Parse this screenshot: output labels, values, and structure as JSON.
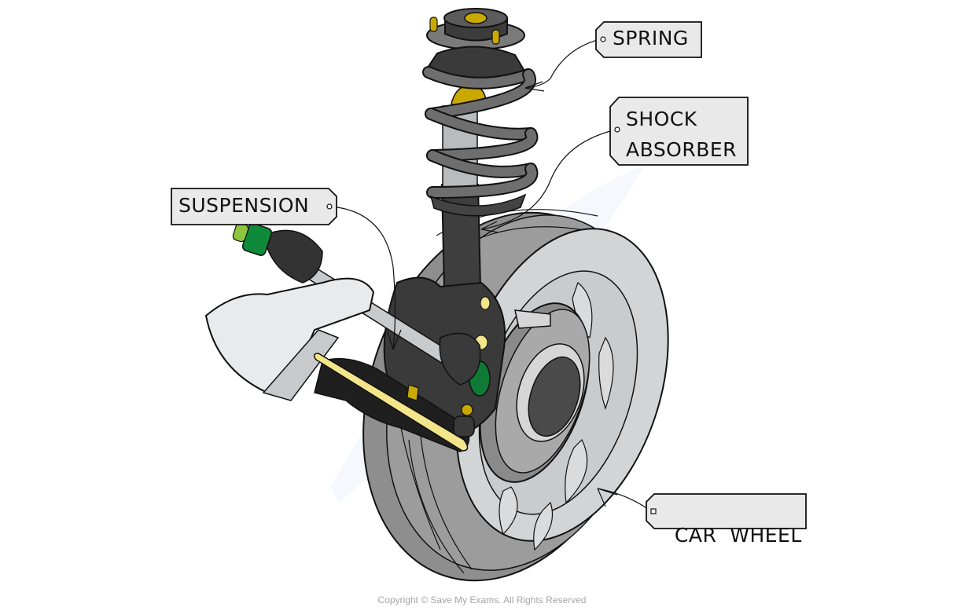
{
  "diagram": {
    "subject": "Car wheel suspension assembly",
    "labels": [
      {
        "id": "spring",
        "lines": [
          "SPRING"
        ]
      },
      {
        "id": "shock-absorber",
        "lines": [
          "SHOCK",
          "ABSORBER"
        ]
      },
      {
        "id": "suspension",
        "lines": [
          "SUSPENSION"
        ]
      },
      {
        "id": "car-wheel",
        "lines": [
          "CAR  WHEEL"
        ]
      }
    ],
    "colors": {
      "outline": "#111111",
      "label_fill": "#e9e9e9",
      "dark_grey": "#3c3c3c",
      "mid_grey": "#7a7a7a",
      "light_grey": "#b9bcbf",
      "tyre_grey": "#8e8e8e",
      "rim_grey": "#d4d6d8",
      "yellow": "#f2e58a",
      "mustard": "#c9a800",
      "green": "#0f8a3a",
      "lime": "#8cc63f"
    }
  },
  "footer": {
    "copyright": "Copyright © Save My Exams. All Rights Reserved"
  }
}
